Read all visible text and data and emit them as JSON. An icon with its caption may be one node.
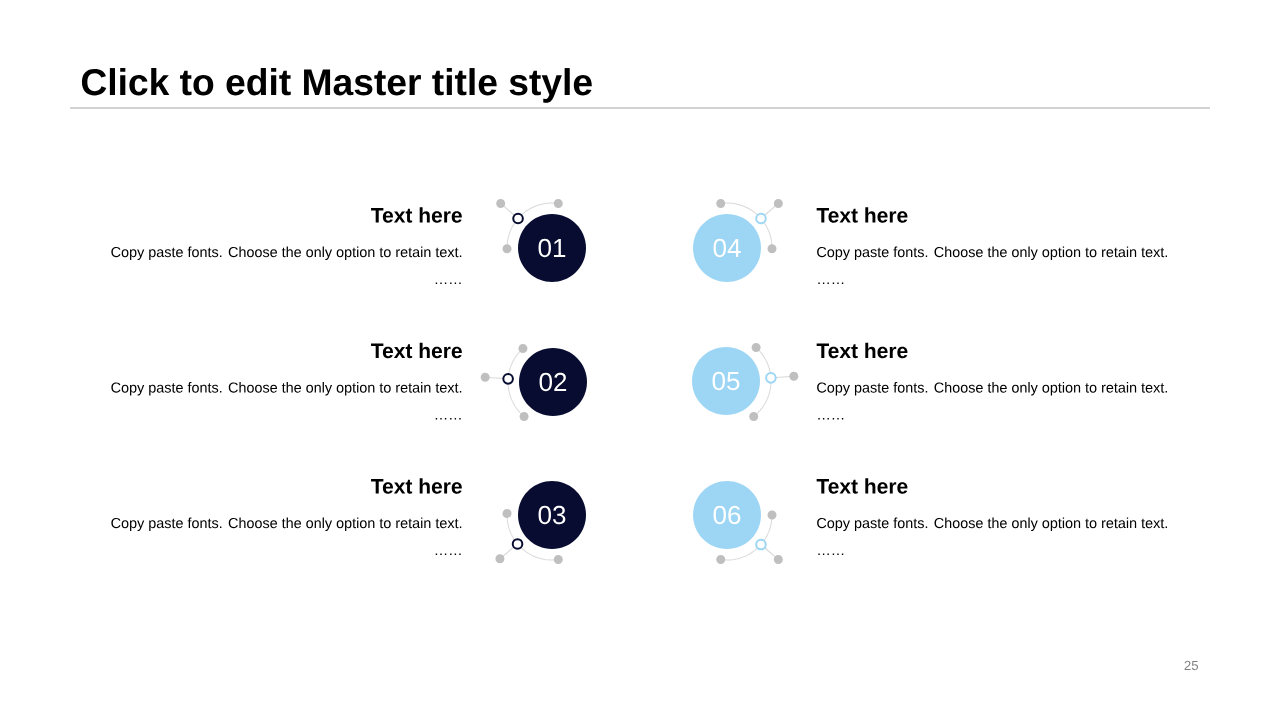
{
  "diagram": {
    "title": "Click to edit Master title style",
    "nodes": [
      {
        "text": [
          "01"
        ],
        "beside": [
          "Text here",
          "Copy paste fonts. Choose the only option to retain text.",
          "……"
        ]
      },
      {
        "text": [
          "02"
        ],
        "beside": [
          "Text here",
          "Copy paste fonts. Choose the only option to retain text.",
          "……"
        ]
      },
      {
        "text": [
          "03"
        ],
        "beside": [
          "Text here",
          "Copy paste fonts. Choose the only option to retain text.",
          "……"
        ]
      },
      {
        "text": [
          "04"
        ],
        "beside": [
          "Text here",
          "Copy paste fonts. Choose the only option to retain text.",
          "……"
        ]
      },
      {
        "text": [
          "05"
        ],
        "beside": [
          "Text here",
          "Copy paste fonts. Choose the only option to retain text.",
          "……"
        ]
      },
      {
        "text": [
          "06"
        ],
        "beside": [
          "Text here",
          "Copy paste fonts. Choose the only option to retain text.",
          "……"
        ]
      }
    ],
    "labels": [
      "25"
    ]
  }
}
